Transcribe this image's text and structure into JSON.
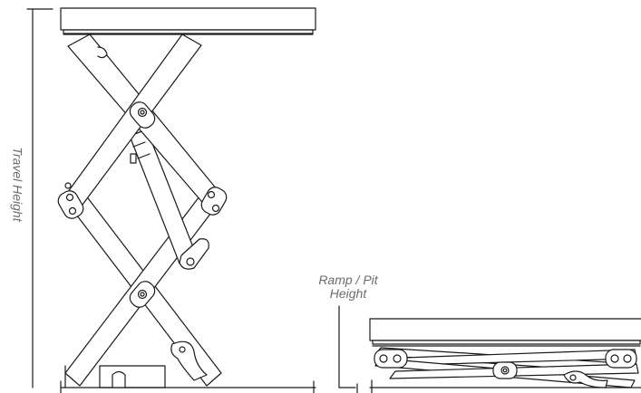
{
  "labels": {
    "travel_height": "Travel Height",
    "ramp_pit_line1": "Ramp / Pit",
    "ramp_pit_line2": "Height"
  },
  "colors": {
    "line": "#1a1a1a",
    "label": "#6b6b6b",
    "background": "#ffffff"
  }
}
